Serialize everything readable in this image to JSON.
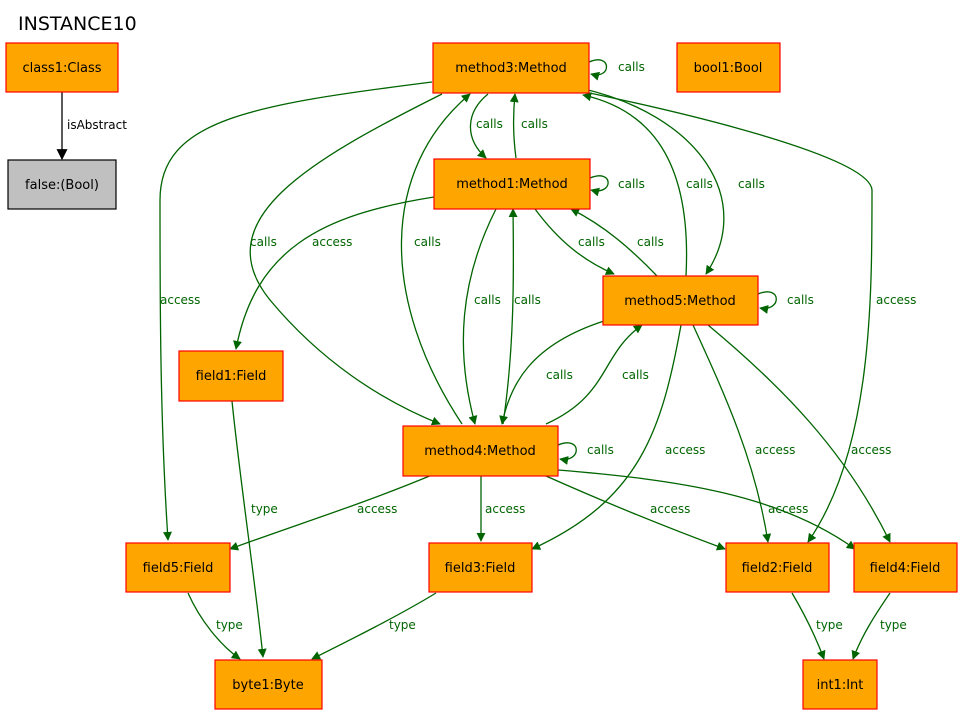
{
  "title": "INSTANCE10",
  "colors": {
    "node_fill": "#ffa500",
    "node_border": "#ff0000",
    "value_fill": "#c0c0c0",
    "value_border": "#000000",
    "edge": "#006400",
    "edge_black": "#000000"
  },
  "nodes": {
    "class1": "class1:Class",
    "false_value": "false:(Bool)",
    "method3": "method3:Method",
    "bool1": "bool1:Bool",
    "method1": "method1:Method",
    "method5": "method5:Method",
    "field1": "field1:Field",
    "method4": "method4:Method",
    "field5": "field5:Field",
    "field3": "field3:Field",
    "field2": "field2:Field",
    "field4": "field4:Field",
    "byte1": "byte1:Byte",
    "int1": "int1:Int"
  },
  "edge_labels": {
    "is_abstract": "isAbstract",
    "calls": "calls",
    "access": "access",
    "type": "type"
  }
}
